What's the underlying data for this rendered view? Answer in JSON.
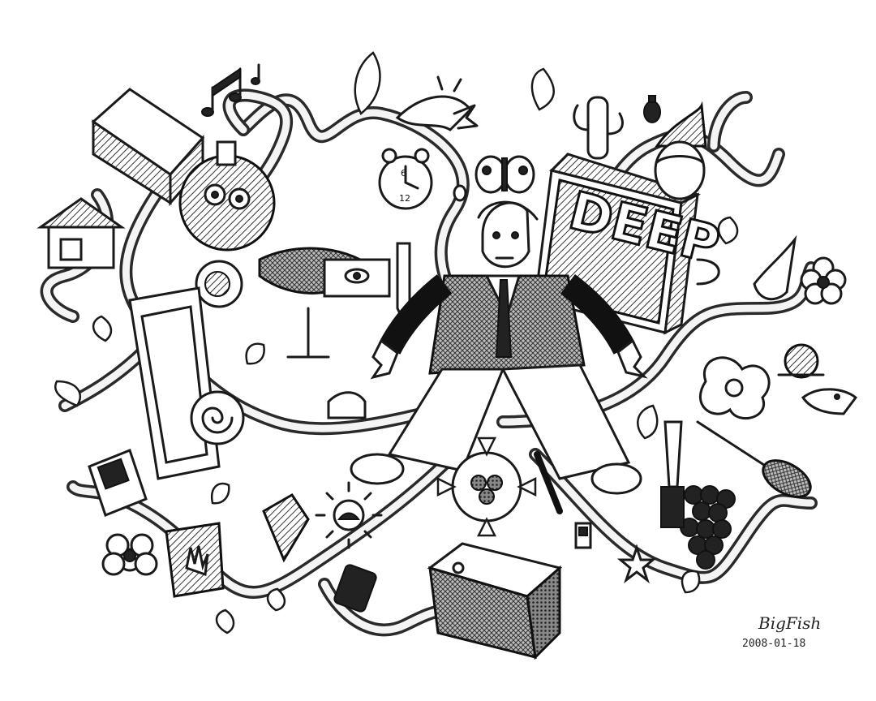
{
  "sign": {
    "text": "DEEP"
  },
  "signature": {
    "name": "BigFish",
    "date": "2008-01-18"
  },
  "clock": {
    "numerals": [
      "6",
      "12"
    ]
  },
  "colors": {
    "ink": "#1a1a1a",
    "paper": "#ffffff",
    "vine": "#2a2a2a"
  }
}
